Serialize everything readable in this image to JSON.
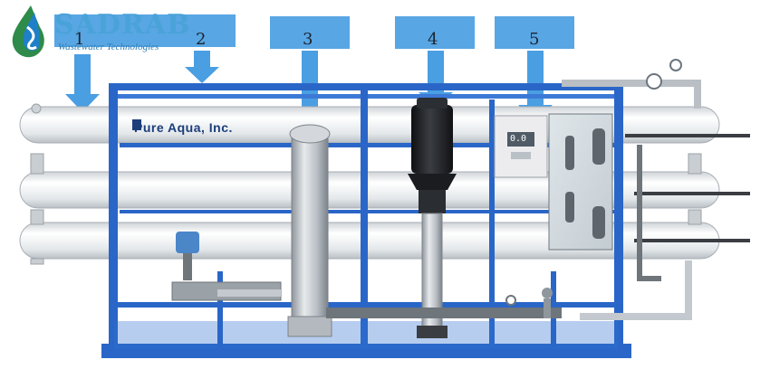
{
  "logo": {
    "name": "SADRAB",
    "tagline": "Wastewater Technologies"
  },
  "brand_label": "Pure Aqua, Inc.",
  "display_text": "0.0",
  "callouts": [
    "1",
    "2",
    "3",
    "4",
    "5"
  ],
  "colors": {
    "frame_blue": "#2a66c7",
    "callout_blue": "#4a9ee2",
    "vessel_white": "#e9ecee",
    "pump_black": "#1d1f22",
    "steel": "#bfc5cb"
  }
}
